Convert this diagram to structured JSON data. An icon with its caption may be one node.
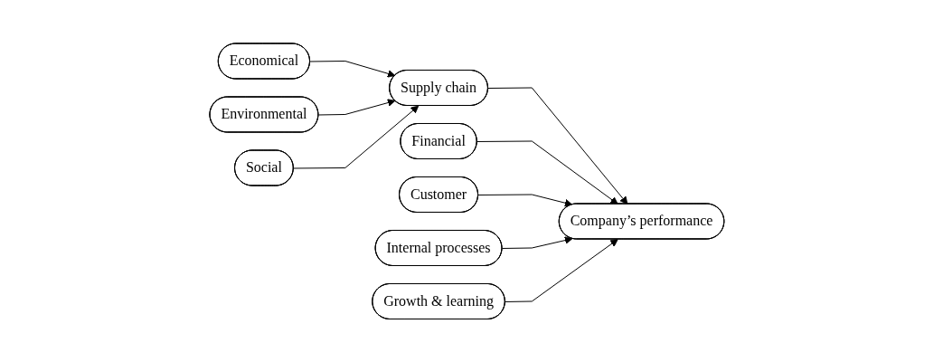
{
  "diagram": {
    "nodes": [
      {
        "text": [
          "Economical"
        ]
      },
      {
        "text": [
          "Environmental"
        ]
      },
      {
        "text": [
          "Social"
        ]
      },
      {
        "text": [
          "Supply chain"
        ]
      },
      {
        "text": [
          "Company’s performance"
        ]
      },
      {
        "text": [
          "Financial"
        ]
      },
      {
        "text": [
          "Customer"
        ]
      },
      {
        "text": [
          "Internal processes"
        ]
      },
      {
        "text": [
          "Growth & learning"
        ]
      }
    ],
    "edges": [
      {
        "from": 0,
        "to": 3,
        "arrow": "to"
      },
      {
        "from": 1,
        "to": 3,
        "arrow": "to"
      },
      {
        "from": 2,
        "to": 3,
        "arrow": "to"
      },
      {
        "from": 3,
        "to": 4,
        "arrow": "to"
      },
      {
        "from": 5,
        "to": 4,
        "arrow": "to"
      },
      {
        "from": 6,
        "to": 4,
        "arrow": "to"
      },
      {
        "from": 7,
        "to": 4,
        "arrow": "to"
      },
      {
        "from": 8,
        "to": 4,
        "arrow": "to"
      }
    ]
  }
}
